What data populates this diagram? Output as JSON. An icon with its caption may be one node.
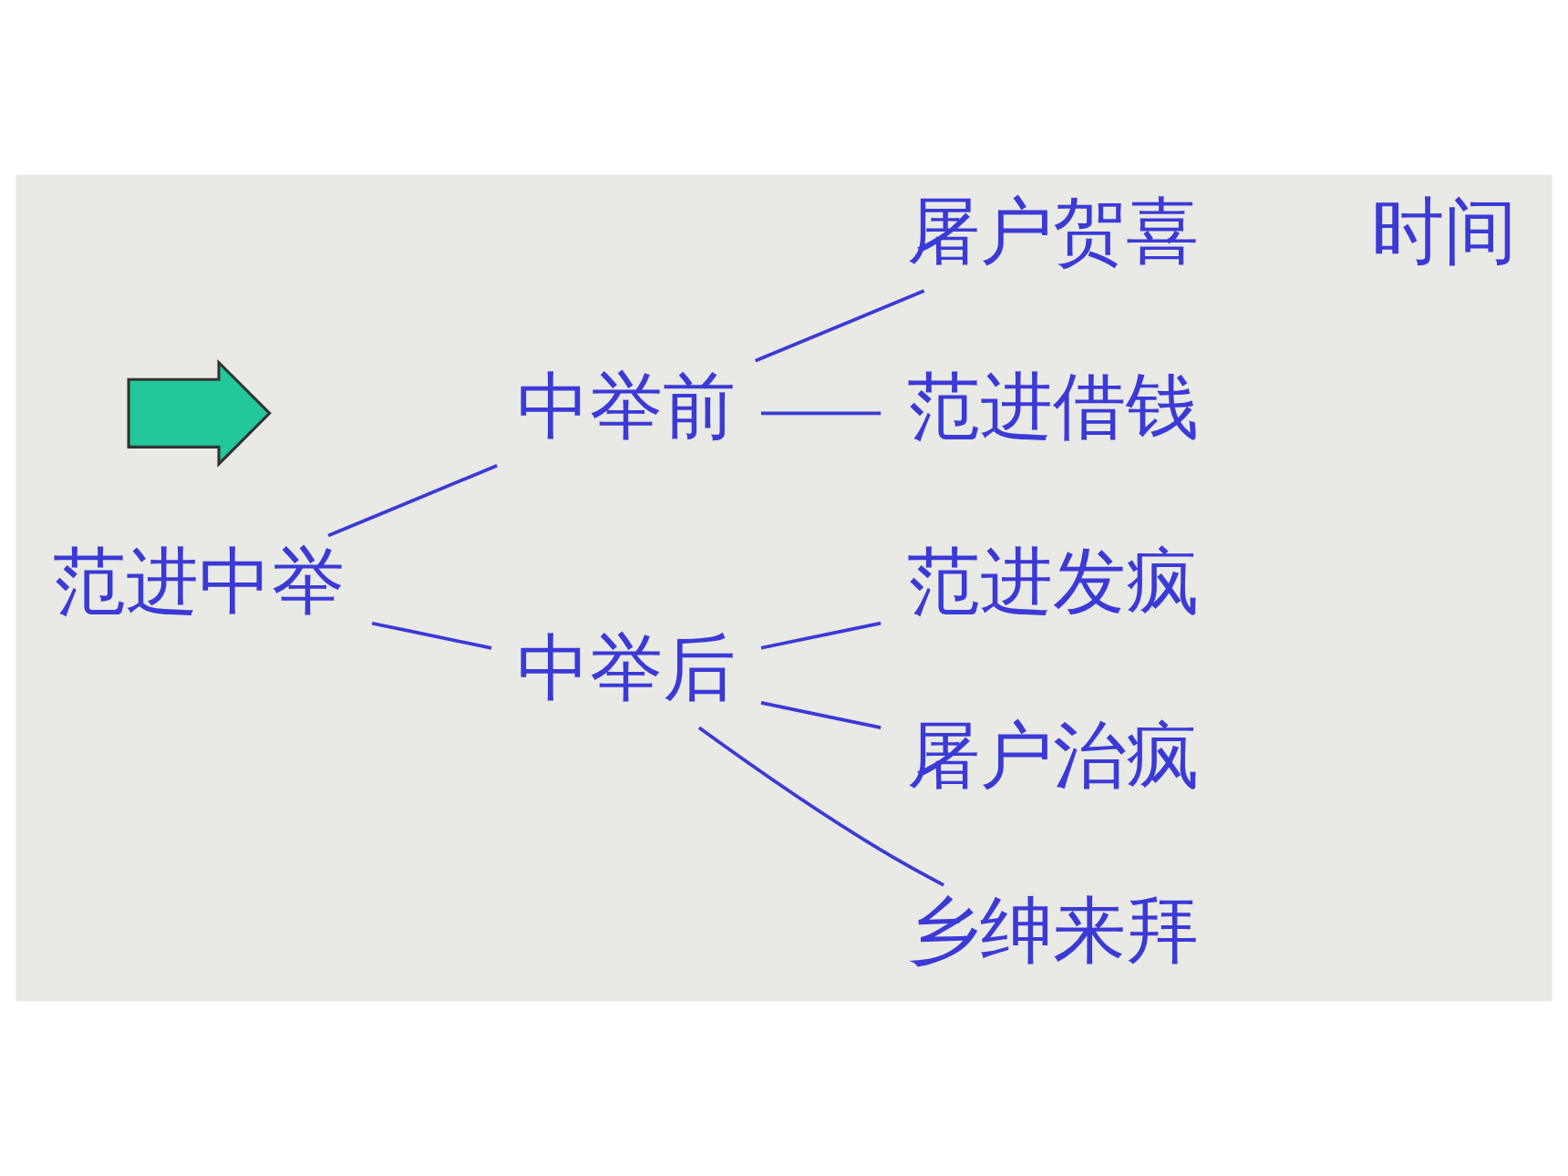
{
  "diagram": {
    "nodes": [
      {
        "text": [
          "范进中举"
        ]
      },
      {
        "text": [
          "中举前"
        ]
      },
      {
        "text": [
          "中举后"
        ]
      },
      {
        "text": [
          "屠户贺喜"
        ]
      },
      {
        "text": [
          "范进借钱"
        ]
      },
      {
        "text": [
          "范进发疯"
        ]
      },
      {
        "text": [
          "屠户治疯"
        ]
      },
      {
        "text": [
          "乡绅来拜"
        ]
      },
      {
        "text": [],
        "shape": "arrow"
      }
    ],
    "edges": [
      {
        "from": 0,
        "to": 1,
        "arrow": "none"
      },
      {
        "from": 0,
        "to": 2,
        "arrow": "none"
      },
      {
        "from": 1,
        "to": 3,
        "arrow": "none"
      },
      {
        "from": 1,
        "to": 4,
        "arrow": "none"
      },
      {
        "from": 2,
        "to": 5,
        "arrow": "none"
      },
      {
        "from": 2,
        "to": 6,
        "arrow": "none"
      },
      {
        "from": 2,
        "to": 7,
        "arrow": "none"
      }
    ],
    "labels": [
      "时间"
    ]
  }
}
